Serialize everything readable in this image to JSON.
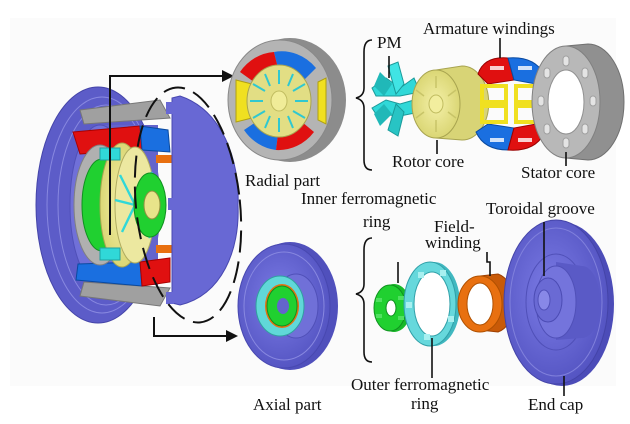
{
  "figure": {
    "title": "Exploded view of hybrid-excitation machine",
    "groups": {
      "radial": {
        "label": "Radial part"
      },
      "axial": {
        "label": "Axial part"
      }
    },
    "labels": {
      "pm": "PM",
      "armature_windings": "Armature windings",
      "rotor_core": "Rotor core",
      "stator_core": "Stator core",
      "inner_ring_line1": "Inner ferromagnetic",
      "inner_ring_line2": "ring",
      "field_winding_line1": "Field-",
      "field_winding_line2": "winding",
      "toroidal_groove": "Toroidal groove",
      "outer_ring_line1": "Outer ferromagnetic",
      "outer_ring_line2": "ring",
      "end_cap": "End cap"
    },
    "colors": {
      "end_cap": "#6a6ad6",
      "stator": "#a8a8a8",
      "winding_red": "#e01010",
      "winding_blue": "#1a6fe0",
      "winding_yellow": "#f0e020",
      "rotor": "#e8e48a",
      "pm": "#30d8d8",
      "inner_ring": "#20d030",
      "outer_ring": "#60d8d8",
      "field_winding": "#e87010"
    }
  }
}
